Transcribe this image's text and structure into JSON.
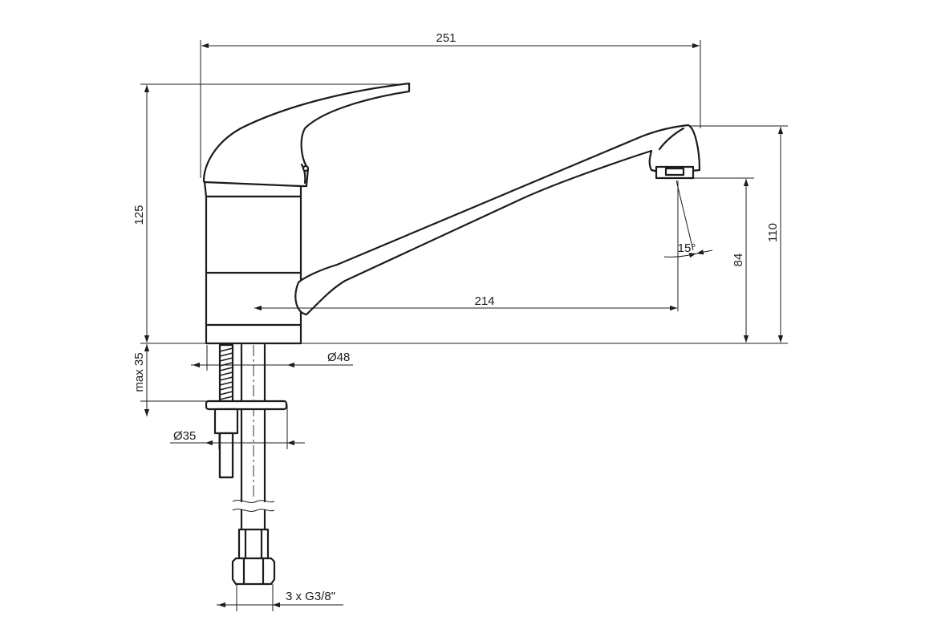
{
  "dimensions": {
    "overall_width": "251",
    "overall_height": "125",
    "spout_height": "110",
    "outlet_height": "84",
    "spout_reach": "214",
    "spray_angle": "15°",
    "body_diameter": "Ø48",
    "mounting_hole": "Ø35",
    "max_counter_thickness": "max 35",
    "connections": "3 x G3/8\""
  },
  "colors": {
    "line": "#1c1c1c",
    "background": "#ffffff"
  }
}
